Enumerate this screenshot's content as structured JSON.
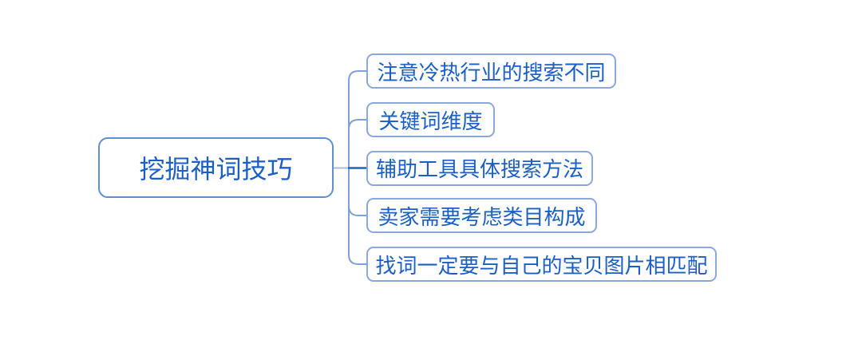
{
  "diagram": {
    "type": "mindmap",
    "root": {
      "label": "挖掘神词技巧"
    },
    "children": [
      {
        "label": "注意冷热行业的搜索不同"
      },
      {
        "label": "关键词维度"
      },
      {
        "label": "辅助工具具体搜索方法"
      },
      {
        "label": "卖家需要考虑类目构成"
      },
      {
        "label": "找词一定要与自己的宝贝图片相匹配"
      }
    ]
  },
  "colors": {
    "background": "#ffffff",
    "text": "#1b5fc5",
    "root_border": "#5e8fd0",
    "child_border": "#8ba7db",
    "connector": "#7ea2d8",
    "connector_stub": "#a6bedd",
    "connector_direct": "#2264b4"
  }
}
